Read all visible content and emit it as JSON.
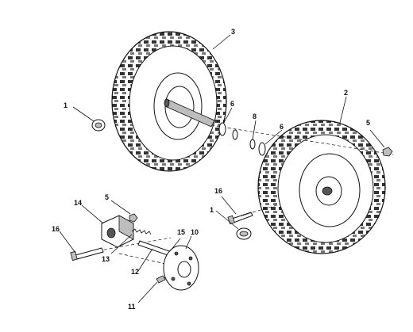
{
  "callouts": [
    {
      "id": "c3",
      "text": "3"
    },
    {
      "id": "c2",
      "text": "2"
    },
    {
      "id": "c1a",
      "text": "1"
    },
    {
      "id": "c1b",
      "text": "1"
    },
    {
      "id": "c6a",
      "text": "6"
    },
    {
      "id": "c6b",
      "text": "6"
    },
    {
      "id": "c8",
      "text": "8"
    },
    {
      "id": "c5a",
      "text": "5"
    },
    {
      "id": "c5b",
      "text": "5"
    },
    {
      "id": "c16a",
      "text": "16"
    },
    {
      "id": "c16b",
      "text": "16"
    },
    {
      "id": "c14",
      "text": "14"
    },
    {
      "id": "c13",
      "text": "13"
    },
    {
      "id": "c12",
      "text": "12"
    },
    {
      "id": "c15",
      "text": "15"
    },
    {
      "id": "c10",
      "text": "10"
    },
    {
      "id": "c11",
      "text": "11"
    }
  ]
}
